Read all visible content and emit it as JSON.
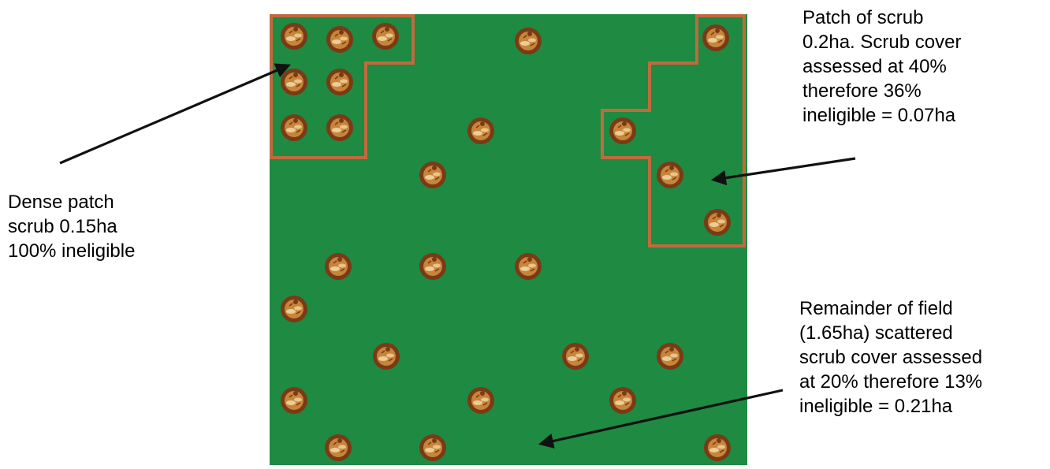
{
  "colors": {
    "field": "#1e8a42",
    "boundary": "#c06b3e",
    "scrub_outer": "#7a3a16",
    "scrub_inner": "#c7853a",
    "scrub_highlight": "#f1d9a8",
    "arrow": "#111111"
  },
  "callouts": {
    "dense": {
      "lines": [
        "Dense patch",
        "scrub 0.15ha",
        "100% ineligible"
      ]
    },
    "patch": {
      "lines": [
        "Patch of scrub",
        "0.2ha. Scrub cover",
        "assessed at 40%",
        "therefore 36%",
        "ineligible = 0.07ha"
      ]
    },
    "remainder": {
      "lines": [
        "Remainder of field",
        "(1.65ha) scattered",
        "scrub cover assessed",
        "at 20% therefore 13%",
        "ineligible = 0.21ha"
      ]
    }
  },
  "icons": {
    "scrub": "scrub-bush-icon",
    "arrow": "arrow-icon"
  }
}
